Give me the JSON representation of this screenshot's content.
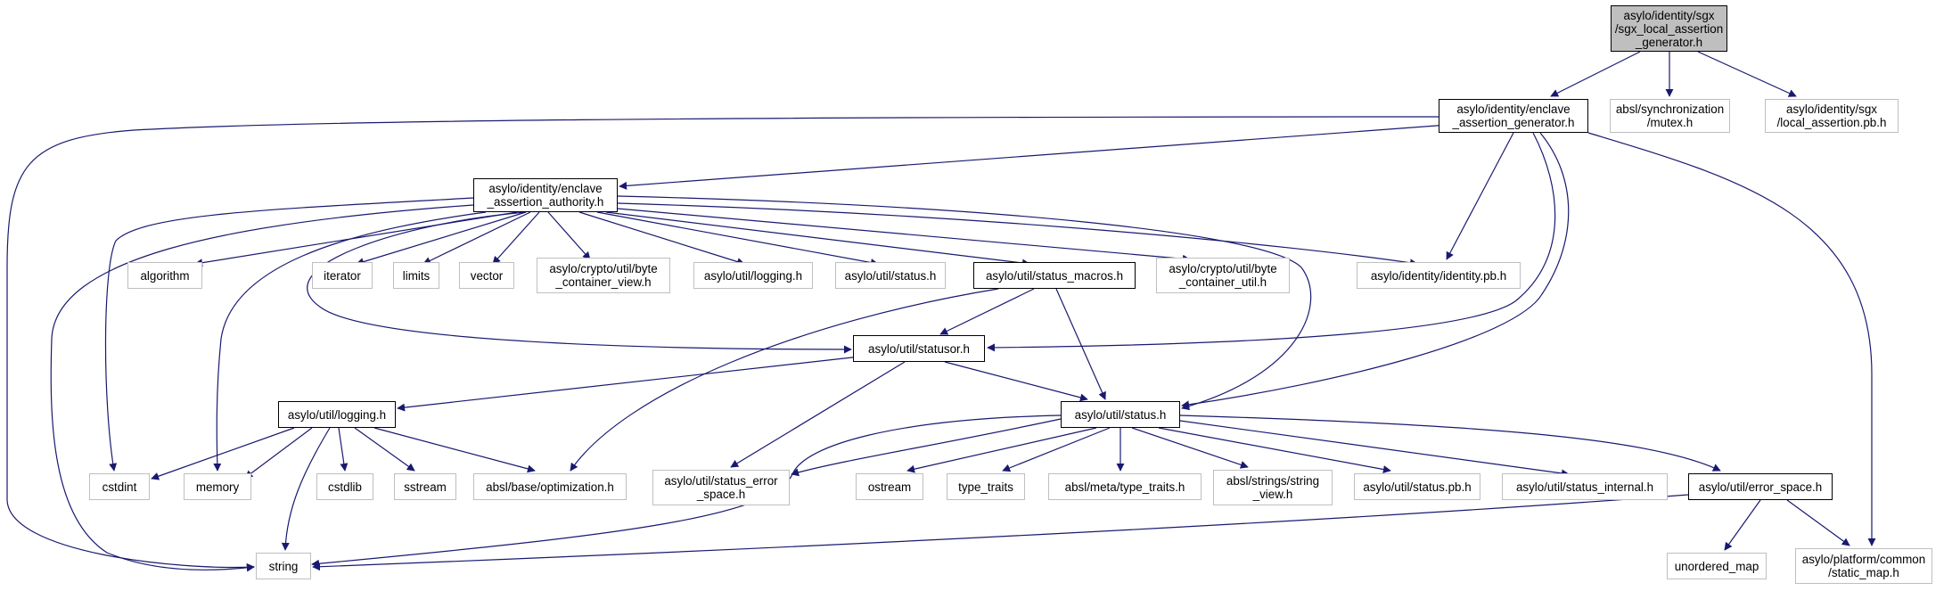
{
  "colors": {
    "edge": "#191970",
    "root_fill": "#bfbfbf",
    "std_border": "#bfbfbf",
    "doc_border": "#000000"
  },
  "nodes": {
    "root": "asylo/identity/sgx\n/sgx_local_assertion\n_generator.h",
    "eag": "asylo/identity/enclave\n_assertion_generator.h",
    "mutex": "absl/synchronization\n/mutex.h",
    "local_pb": "asylo/identity/sgx\n/local_assertion.pb.h",
    "eaa": "asylo/identity/enclave\n_assertion_authority.h",
    "algorithm": "algorithm",
    "iterator": "iterator",
    "limits": "limits",
    "vector": "vector",
    "bcview": "asylo/crypto/util/byte\n_container_view.h",
    "ulog1": "asylo/util/logging.h",
    "ustat1": "asylo/util/status.h",
    "smacros": "asylo/util/status_macros.h",
    "bcutil": "asylo/crypto/util/byte\n_container_util.h",
    "idpb": "asylo/identity/identity.pb.h",
    "statusor": "asylo/util/statusor.h",
    "ulog2": "asylo/util/logging.h",
    "status": "asylo/util/status.h",
    "cstdint": "cstdint",
    "memory": "memory",
    "cstdlib": "cstdlib",
    "sstream": "sstream",
    "absl_opt": "absl/base/optimization.h",
    "serr": "asylo/util/status_error\n_space.h",
    "ostream": "ostream",
    "type_traits": "type_traits",
    "absl_tt": "absl/meta/type_traits.h",
    "sv": "absl/strings/string\n_view.h",
    "spb": "asylo/util/status.pb.h",
    "sint": "asylo/util/status_internal.h",
    "errsp": "asylo/util/error_space.h",
    "string": "string",
    "umap": "unordered_map",
    "smap": "asylo/platform/common\n/static_map.h"
  }
}
